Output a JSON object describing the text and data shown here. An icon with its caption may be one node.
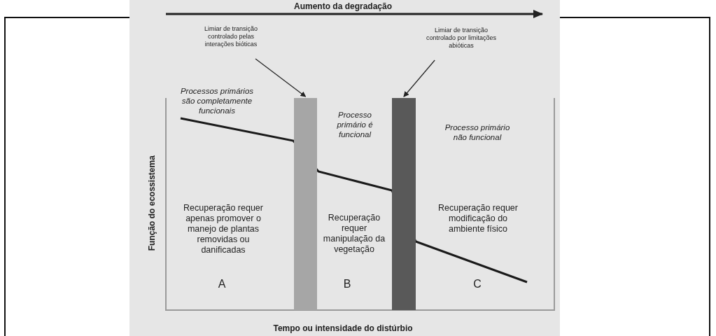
{
  "diagram": {
    "nodes": [
      {
        "text": [
          "Limiar de transição controlado pelas interações bióticas"
        ]
      },
      {
        "text": [
          "Limiar de transição controlado por limitações abióticas"
        ]
      },
      {
        "text": [],
        "shape": "bar"
      },
      {
        "text": [],
        "shape": "bar"
      }
    ],
    "edges": [
      {
        "from": 0,
        "to": 2,
        "arrow": "to"
      },
      {
        "from": 1,
        "to": 3,
        "arrow": "to"
      }
    ],
    "labels": [
      "Aumento da degradação",
      "Processos primários são completamente funcionais",
      "Processo primário é funcional",
      "Processo primário não funcional",
      "Função do ecossistema",
      "Recuperação requer apenas promover o manejo de plantas removidas ou danificadas",
      "Recuperação requer manipulação da vegetação",
      "Recuperação requer modificação do ambiente físico",
      "A",
      "B",
      "C",
      "Tempo ou intensidade do distúrbio"
    ]
  }
}
